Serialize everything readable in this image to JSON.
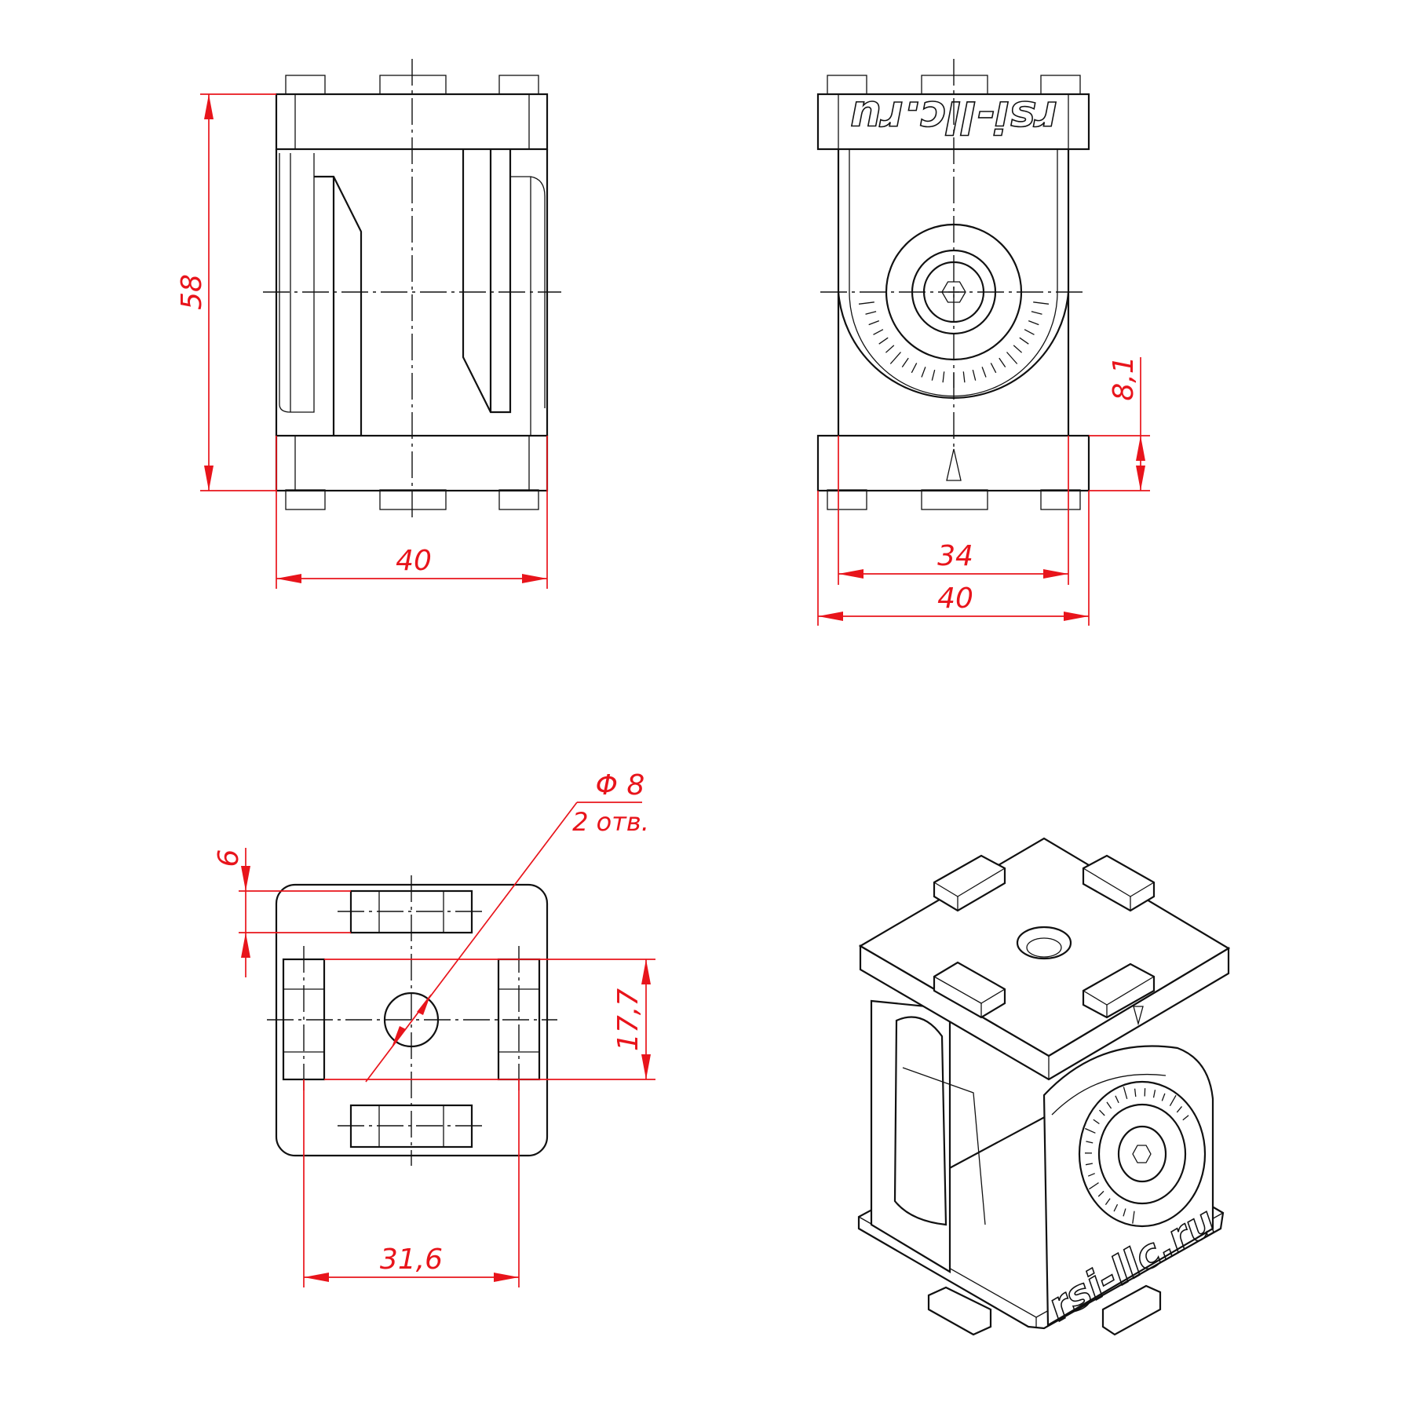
{
  "drawing": {
    "dimensions": {
      "front_height": "58",
      "front_width": "40",
      "side_inner_width": "34",
      "side_outer_width": "40",
      "side_plate": "8,1",
      "top_hole_diameter": "Φ 8",
      "top_hole_count": "2 отв.",
      "top_slot_offset": "6",
      "top_slot_depth": "17,7",
      "top_slot_spacing": "31,6"
    },
    "branding": {
      "side_view_text": "rsi-llc.ru",
      "iso_view_text": "rsi-llc.ru"
    },
    "colors": {
      "dimension": "#e8141b",
      "outline": "#111111"
    }
  }
}
